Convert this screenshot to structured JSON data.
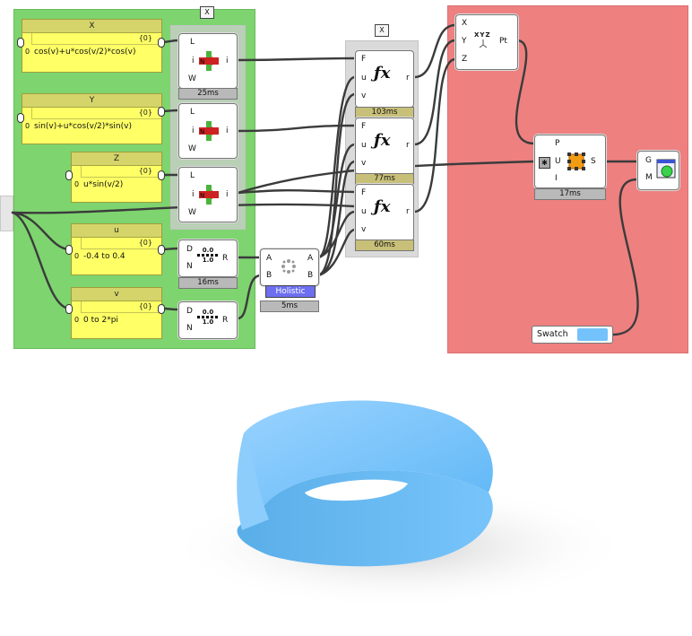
{
  "panels": [
    {
      "title": "X",
      "index": "{0}",
      "item": "0",
      "value": "cos(v)+u*cos(v/2)*cos(v)"
    },
    {
      "title": "Y",
      "index": "{0}",
      "item": "0",
      "value": "sin(v)+u*cos(v/2)*sin(v)"
    },
    {
      "title": "Z",
      "index": "{0}",
      "item": "0",
      "value": "u*sin(v/2)"
    },
    {
      "title": "u",
      "index": "{0}",
      "item": "0",
      "value": "-0.4 to 0.4"
    },
    {
      "title": "v",
      "index": "{0}",
      "item": "0",
      "value": "0 to 2*pi"
    }
  ],
  "expr_parse": {
    "inputs": [
      "L",
      "i",
      "W"
    ],
    "output": "i",
    "timer": "25ms",
    "group_tag": "X"
  },
  "evaluators": [
    {
      "inputs": [
        "F",
        "u",
        "v"
      ],
      "output": "r",
      "timer": "103ms"
    },
    {
      "inputs": [
        "F",
        "u",
        "v"
      ],
      "output": "r",
      "timer": "77ms"
    },
    {
      "inputs": [
        "F",
        "u",
        "v"
      ],
      "output": "r",
      "timer": "60ms"
    }
  ],
  "eval_group_tag": "X",
  "range_u": {
    "inputs": [
      "D",
      "N"
    ],
    "output": "R",
    "timer": "16ms",
    "num_top": "0.0",
    "num_bottom": "1.0"
  },
  "range_v": {
    "inputs": [
      "D",
      "N"
    ],
    "output": "R",
    "num_top": "0.0",
    "num_bottom": "1.0"
  },
  "holistic": {
    "inputs": [
      "A",
      "B"
    ],
    "outputs": [
      "A",
      "B"
    ],
    "label": "Holistic",
    "timer": "5ms"
  },
  "construct_point": {
    "inputs": [
      "X",
      "Y",
      "Z"
    ],
    "output": "Pt",
    "icon_text": "XYZ"
  },
  "surface_from_points": {
    "inputs": [
      "P",
      "U",
      "I"
    ],
    "output": "S",
    "timer": "17ms"
  },
  "preview": {
    "inputs": [
      "G",
      "M"
    ]
  },
  "swatch": {
    "label": "Swatch",
    "color": "#73c2fb"
  },
  "colors": {
    "green_group": "#7ed46f",
    "red_group": "#ee8080",
    "panel_yellow": "#ffff66",
    "mobius": "#73c2fb"
  }
}
